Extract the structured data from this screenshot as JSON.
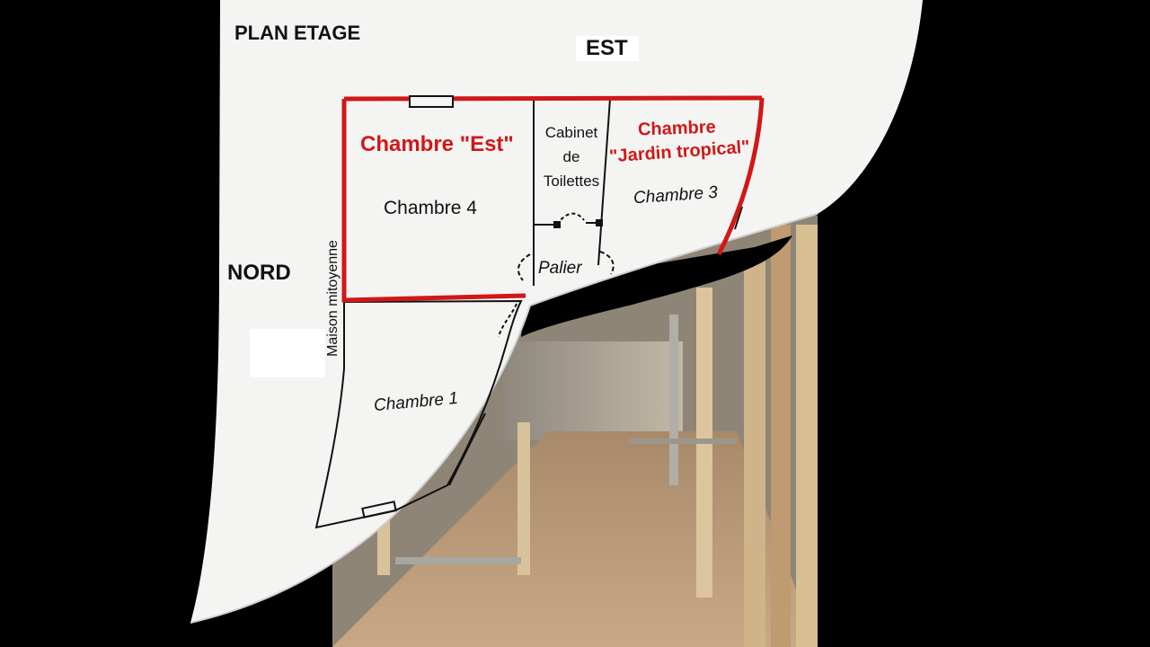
{
  "plan": {
    "title": "PLAN ETAGE",
    "compass": {
      "est": "EST",
      "nord": "NORD"
    },
    "wall_label": "Maison mitoyenne",
    "rooms": {
      "chambre_est": "Chambre \"Est\"",
      "chambre_4": "Chambre 4",
      "cabinet_line1": "Cabinet",
      "cabinet_line2": "de",
      "cabinet_line3": "Toilettes",
      "jardin_line1": "Chambre",
      "jardin_line2": "\"Jardin tropical\"",
      "chambre_3": "Chambre 3",
      "palier": "Palier",
      "chambre_1": "Chambre 1"
    }
  },
  "colors": {
    "highlight_red": "#d01818",
    "paper": "#f4f4f2",
    "background": "#000000"
  }
}
